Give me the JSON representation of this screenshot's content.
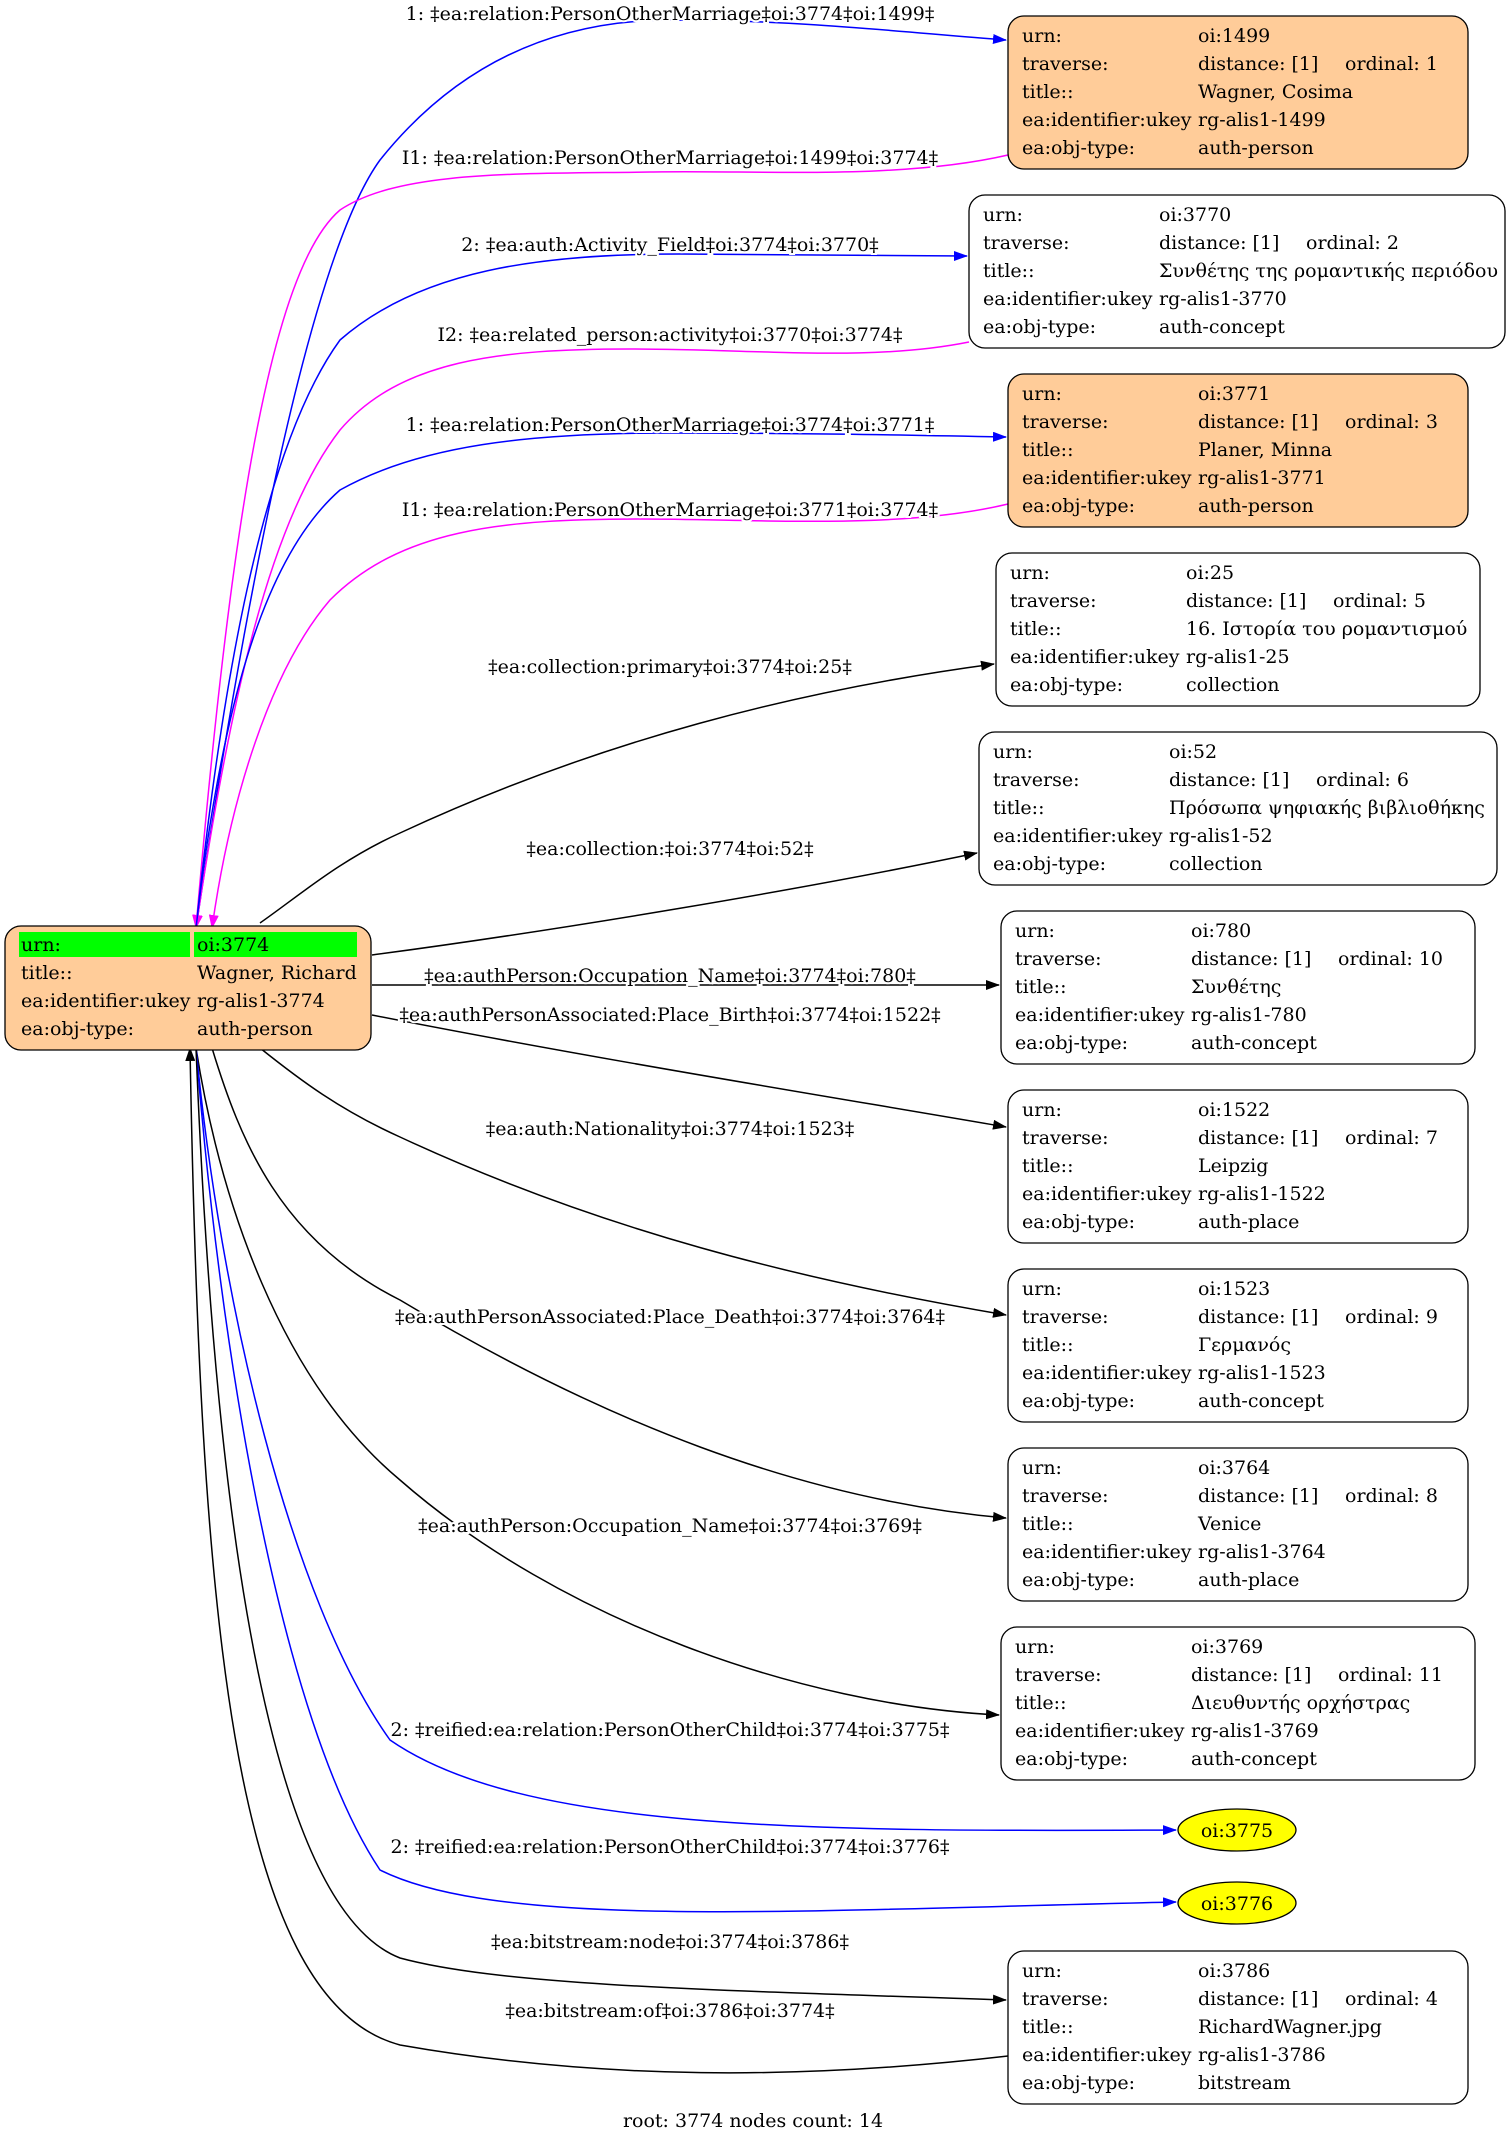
{
  "graph": {
    "footer": "root: 3774 nodes count: 14",
    "colors": {
      "root_fill": "#ffcc99",
      "person_fill": "#ffcc99",
      "plain_fill": "#ffffff",
      "highlight_row": "#00ff00",
      "ellipse_fill": "#ffff00",
      "edge_black": "#000000",
      "edge_blue": "#0000ff",
      "edge_magenta": "#ff00ff"
    },
    "root": {
      "id": "n3774",
      "fill": "root",
      "rows": [
        {
          "key": "urn:",
          "val": "oi:3774"
        },
        {
          "key": "title::",
          "val": "Wagner, Richard"
        },
        {
          "key": "ea:identifier:ukey",
          "val": "rg-alis1-3774"
        },
        {
          "key": "ea:obj-type:",
          "val": "auth-person"
        }
      ]
    },
    "nodes": [
      {
        "id": "n1499",
        "fill": "person",
        "urn": "oi:1499",
        "distance": "distance: [1]",
        "ordinal": "ordinal: 1",
        "title": "Wagner, Cosima",
        "ukey": "rg-alis1-1499",
        "objtype": "auth-person"
      },
      {
        "id": "n3770",
        "fill": "plain",
        "urn": "oi:3770",
        "distance": "distance: [1]",
        "ordinal": "ordinal: 2",
        "title": "Συνθέτης της ρομαντικής περιόδου",
        "ukey": "rg-alis1-3770",
        "objtype": "auth-concept"
      },
      {
        "id": "n3771",
        "fill": "person",
        "urn": "oi:3771",
        "distance": "distance: [1]",
        "ordinal": "ordinal: 3",
        "title": "Planer, Minna",
        "ukey": "rg-alis1-3771",
        "objtype": "auth-person"
      },
      {
        "id": "n25",
        "fill": "plain",
        "urn": "oi:25",
        "distance": "distance: [1]",
        "ordinal": "ordinal: 5",
        "title": "16. Ιστορία του ρομαντισμού",
        "ukey": "rg-alis1-25",
        "objtype": "collection"
      },
      {
        "id": "n52",
        "fill": "plain",
        "urn": "oi:52",
        "distance": "distance: [1]",
        "ordinal": "ordinal: 6",
        "title": "Πρόσωπα ψηφιακής βιβλιοθήκης",
        "ukey": "rg-alis1-52",
        "objtype": "collection"
      },
      {
        "id": "n780",
        "fill": "plain",
        "urn": "oi:780",
        "distance": "distance: [1]",
        "ordinal": "ordinal: 10",
        "title": "Συνθέτης",
        "ukey": "rg-alis1-780",
        "objtype": "auth-concept"
      },
      {
        "id": "n1522",
        "fill": "plain",
        "urn": "oi:1522",
        "distance": "distance: [1]",
        "ordinal": "ordinal: 7",
        "title": "Leipzig",
        "ukey": "rg-alis1-1522",
        "objtype": "auth-place"
      },
      {
        "id": "n1523",
        "fill": "plain",
        "urn": "oi:1523",
        "distance": "distance: [1]",
        "ordinal": "ordinal: 9",
        "title": "Γερμανός",
        "ukey": "rg-alis1-1523",
        "objtype": "auth-concept"
      },
      {
        "id": "n3764",
        "fill": "plain",
        "urn": "oi:3764",
        "distance": "distance: [1]",
        "ordinal": "ordinal: 8",
        "title": "Venice",
        "ukey": "rg-alis1-3764",
        "objtype": "auth-place"
      },
      {
        "id": "n3769",
        "fill": "plain",
        "urn": "oi:3769",
        "distance": "distance: [1]",
        "ordinal": "ordinal: 11",
        "title": "Διευθυντής ορχήστρας",
        "ukey": "rg-alis1-3769",
        "objtype": "auth-concept"
      },
      {
        "id": "n3786",
        "fill": "plain",
        "urn": "oi:3786",
        "distance": "distance: [1]",
        "ordinal": "ordinal: 4",
        "title": "RichardWagner.jpg",
        "ukey": "rg-alis1-3786",
        "objtype": "bitstream"
      }
    ],
    "ellipses": [
      {
        "id": "e3775",
        "label": "oi:3775"
      },
      {
        "id": "e3776",
        "label": "oi:3776"
      }
    ],
    "row_labels": {
      "urn": "urn:",
      "traverse": "traverse:",
      "title": "title::",
      "ukey": "ea:identifier:ukey",
      "objtype": "ea:obj-type:"
    },
    "edges": [
      {
        "id": "ed1",
        "color": "blue",
        "label": "1: ‡ea:relation:PersonOtherMarriage‡oi:3774‡oi:1499‡"
      },
      {
        "id": "ed1i",
        "color": "magenta",
        "label": "I1: ‡ea:relation:PersonOtherMarriage‡oi:1499‡oi:3774‡"
      },
      {
        "id": "ed2",
        "color": "blue",
        "label": "2: ‡ea:auth:Activity_Field‡oi:3774‡oi:3770‡"
      },
      {
        "id": "ed2i",
        "color": "magenta",
        "label": "I2: ‡ea:related_person:activity‡oi:3770‡oi:3774‡"
      },
      {
        "id": "ed3",
        "color": "blue",
        "label": "1: ‡ea:relation:PersonOtherMarriage‡oi:3774‡oi:3771‡"
      },
      {
        "id": "ed3i",
        "color": "magenta",
        "label": "I1: ‡ea:relation:PersonOtherMarriage‡oi:3771‡oi:3774‡"
      },
      {
        "id": "ed4",
        "color": "black",
        "label": "‡ea:collection:primary‡oi:3774‡oi:25‡"
      },
      {
        "id": "ed5",
        "color": "black",
        "label": "‡ea:collection:‡oi:3774‡oi:52‡"
      },
      {
        "id": "ed6",
        "color": "black",
        "label": "‡ea:authPerson:Occupation_Name‡oi:3774‡oi:780‡"
      },
      {
        "id": "ed7",
        "color": "black",
        "label": "‡ea:authPersonAssociated:Place_Birth‡oi:3774‡oi:1522‡"
      },
      {
        "id": "ed8",
        "color": "black",
        "label": "‡ea:auth:Nationality‡oi:3774‡oi:1523‡"
      },
      {
        "id": "ed9",
        "color": "black",
        "label": "‡ea:authPersonAssociated:Place_Death‡oi:3774‡oi:3764‡"
      },
      {
        "id": "ed10",
        "color": "black",
        "label": "‡ea:authPerson:Occupation_Name‡oi:3774‡oi:3769‡"
      },
      {
        "id": "ed11",
        "color": "blue",
        "label": "2: ‡reified:ea:relation:PersonOtherChild‡oi:3774‡oi:3775‡"
      },
      {
        "id": "ed12",
        "color": "blue",
        "label": "2: ‡reified:ea:relation:PersonOtherChild‡oi:3774‡oi:3776‡"
      },
      {
        "id": "ed13",
        "color": "black",
        "label": "‡ea:bitstream:node‡oi:3774‡oi:3786‡"
      },
      {
        "id": "ed13i",
        "color": "black",
        "label": "‡ea:bitstream:of‡oi:3786‡oi:3774‡"
      }
    ]
  }
}
